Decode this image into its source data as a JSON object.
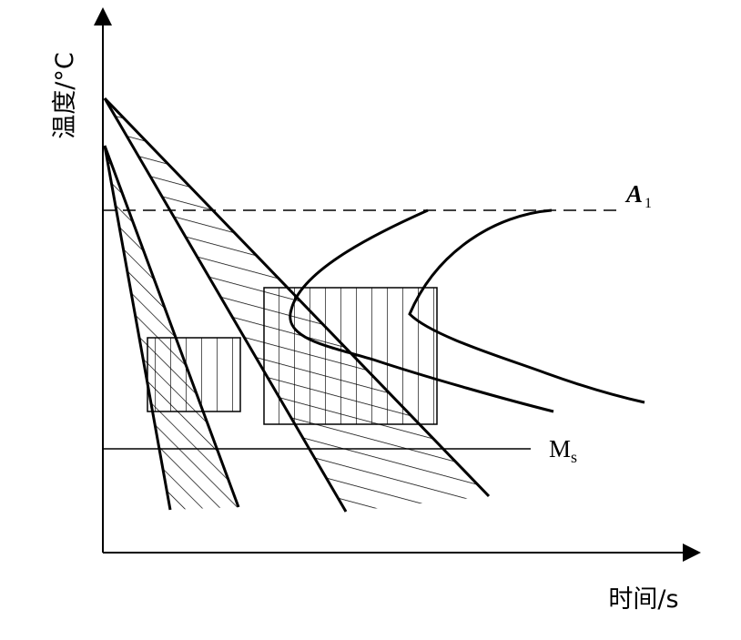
{
  "axes": {
    "y_label": "温度/°C",
    "x_label": "时间/s"
  },
  "lines": {
    "a1_main": "A",
    "a1_sub": "1",
    "ms_main": "M",
    "ms_sub": "s"
  },
  "colors": {
    "stroke": "#000000",
    "background": "#ffffff"
  }
}
